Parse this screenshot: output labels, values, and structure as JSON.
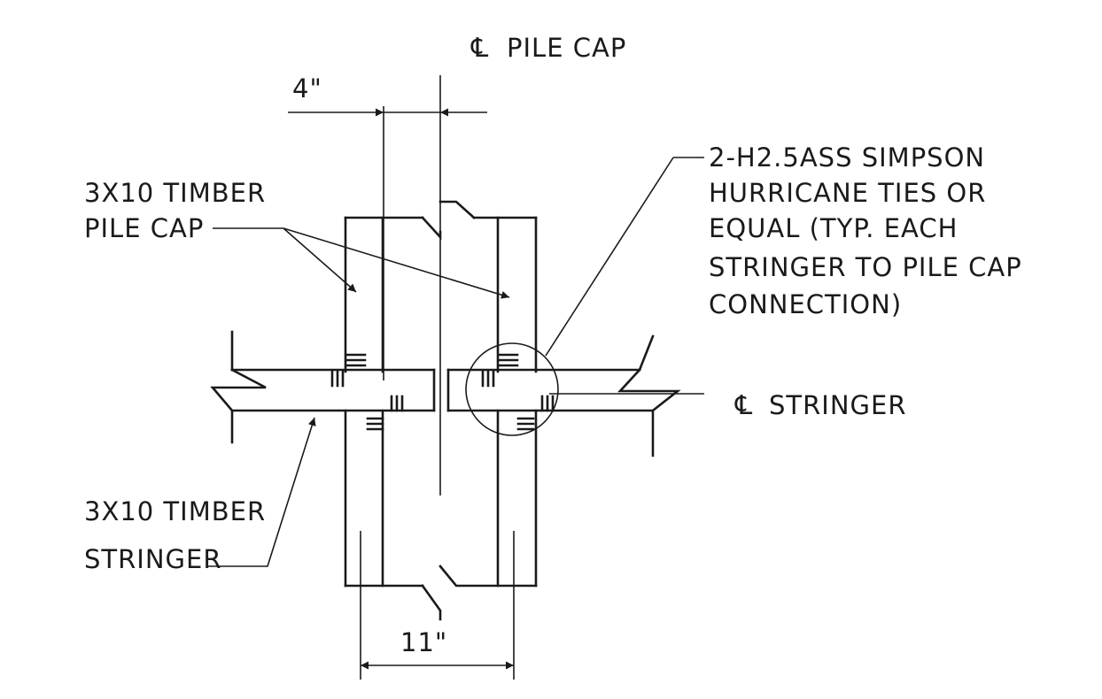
{
  "labels": {
    "cl_pile_cap": "PILE CAP",
    "cl_stringer": "STRINGER",
    "centerline_symbol": "℄",
    "dim_top": "4\"",
    "dim_bottom": "11\"",
    "pile_cap_note": [
      "3X10 TIMBER",
      "PILE CAP"
    ],
    "stringer_note": [
      "3X10 TIMBER",
      "STRINGER"
    ],
    "tie_note": [
      "2-H2.5ASS SIMPSON",
      "HURRICANE TIES OR",
      "EQUAL  (TYP. EACH",
      "STRINGER TO PILE CAP",
      "CONNECTION)"
    ]
  },
  "colors": {
    "ink": "#1a1a1a",
    "paper": "#ffffff"
  }
}
